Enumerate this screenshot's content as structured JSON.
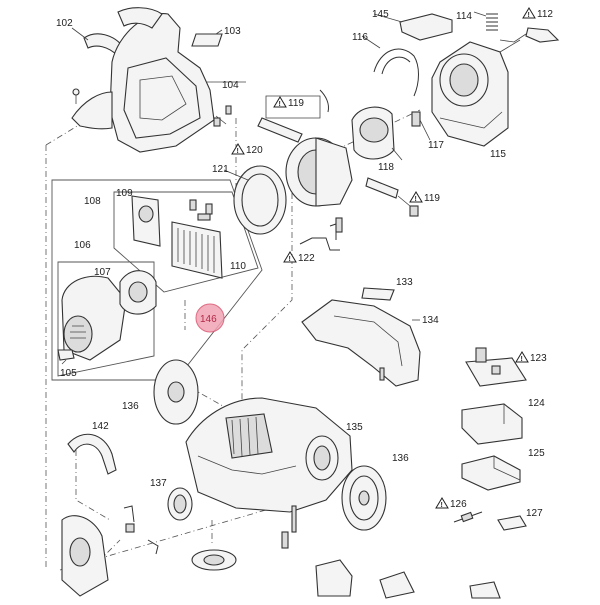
{
  "diagram": {
    "labels": [
      {
        "id": "102",
        "text": "102"
      },
      {
        "id": "103",
        "text": "103"
      },
      {
        "id": "104",
        "text": "104"
      },
      {
        "id": "145",
        "text": "145"
      },
      {
        "id": "114",
        "text": "114"
      },
      {
        "id": "112",
        "text": "112"
      },
      {
        "id": "116",
        "text": "116"
      },
      {
        "id": "119a",
        "text": "119"
      },
      {
        "id": "118",
        "text": "118"
      },
      {
        "id": "117",
        "text": "117"
      },
      {
        "id": "115",
        "text": "115"
      },
      {
        "id": "120",
        "text": "120"
      },
      {
        "id": "121",
        "text": "121"
      },
      {
        "id": "119b",
        "text": "119"
      },
      {
        "id": "109",
        "text": "109"
      },
      {
        "id": "108",
        "text": "108"
      },
      {
        "id": "106",
        "text": "106"
      },
      {
        "id": "107",
        "text": "107"
      },
      {
        "id": "110",
        "text": "110"
      },
      {
        "id": "122",
        "text": "122"
      },
      {
        "id": "133",
        "text": "133"
      },
      {
        "id": "134",
        "text": "134"
      },
      {
        "id": "105",
        "text": "105"
      },
      {
        "id": "123",
        "text": "123"
      },
      {
        "id": "136a",
        "text": "136"
      },
      {
        "id": "124",
        "text": "124"
      },
      {
        "id": "142",
        "text": "142"
      },
      {
        "id": "135",
        "text": "135"
      },
      {
        "id": "125",
        "text": "125"
      },
      {
        "id": "136b",
        "text": "136"
      },
      {
        "id": "137",
        "text": "137"
      },
      {
        "id": "126",
        "text": "126"
      },
      {
        "id": "127",
        "text": "127"
      }
    ],
    "highlight": {
      "text": "146",
      "color": "#f2a3b3"
    }
  }
}
